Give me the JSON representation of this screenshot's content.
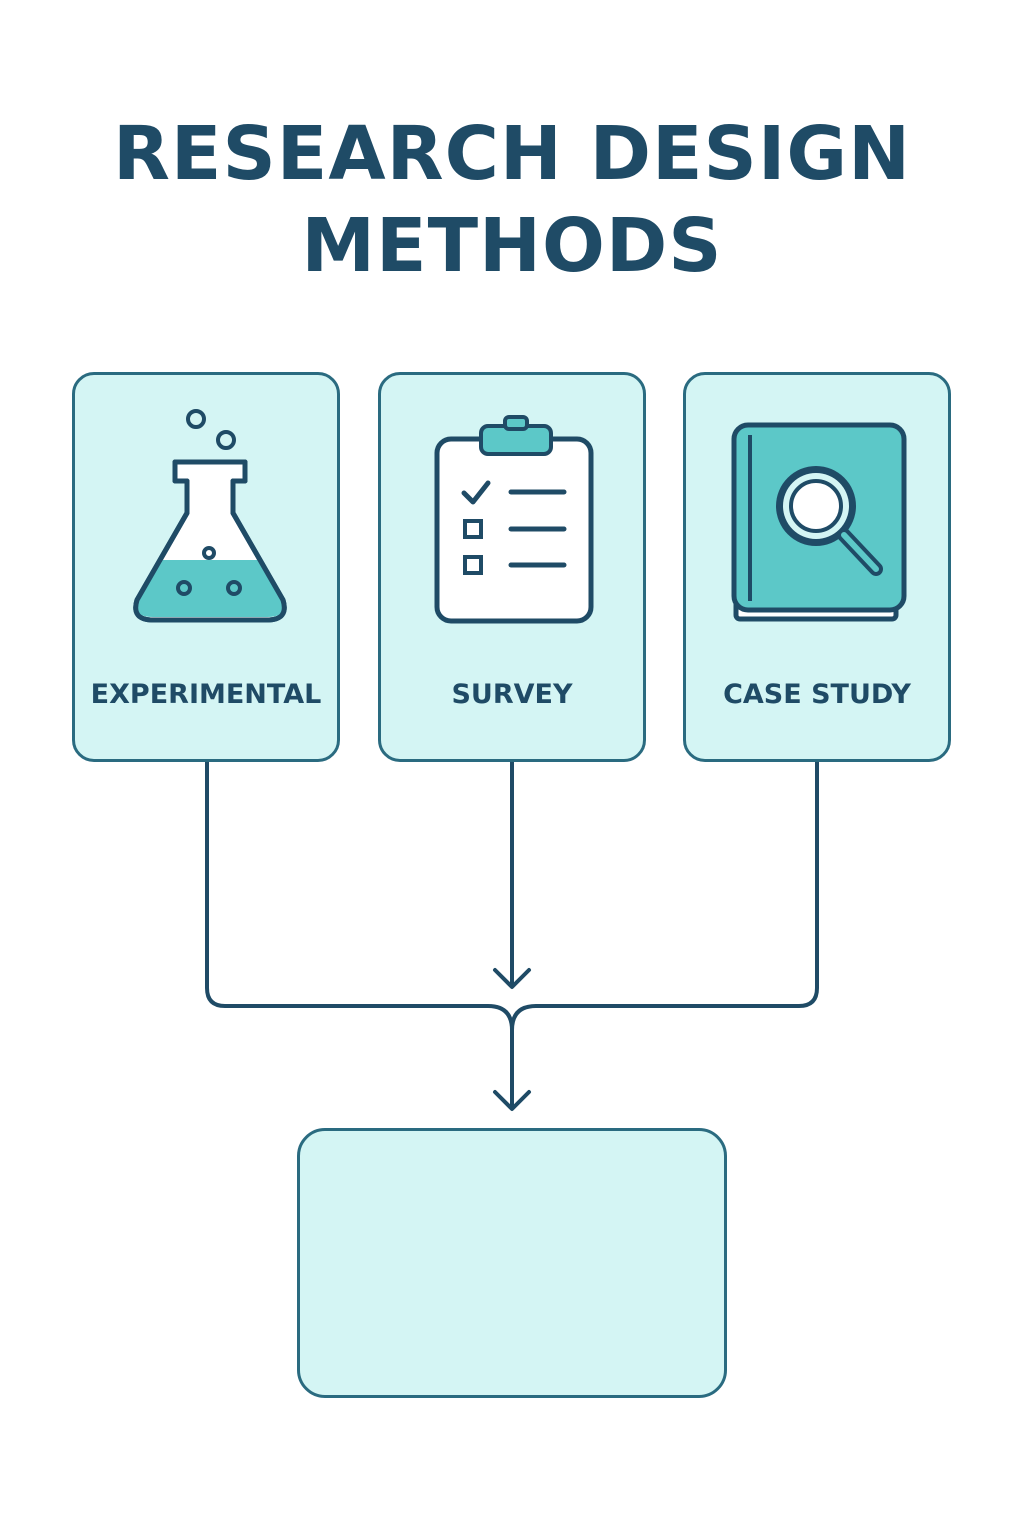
{
  "title": {
    "line1": "RESEARCH DESIGN",
    "line2": "METHODS"
  },
  "methods": [
    {
      "label": "EXPERIMENTAL",
      "icon": "flask-icon"
    },
    {
      "label": "SURVEY",
      "icon": "clipboard-checklist-icon"
    },
    {
      "label": "CASE STUDY",
      "icon": "book-magnifier-icon"
    }
  ],
  "colors": {
    "stroke": "#1f4b66",
    "card_fill": "#d4f5f4",
    "accent": "#5cc8c8",
    "title": "#1f4b66"
  }
}
